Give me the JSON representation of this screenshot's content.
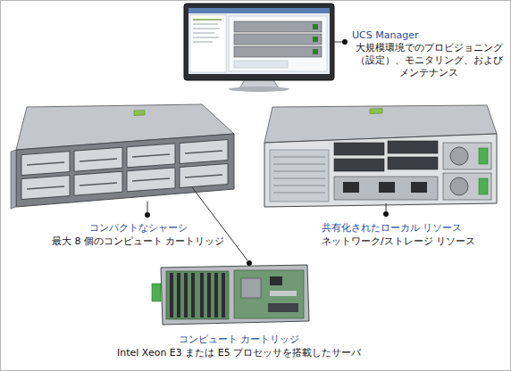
{
  "diagram": {
    "labels": [
      "UCS Manager",
      "大規模環境でのプロビジョニング （設定）、モニタリング、および メンテナンス",
      "コンパクトなシャーシ",
      "最大 8 個のコンピュート カートリッジ",
      "共有化されたローカル リソース",
      "ネットワーク/ストレージ リソース",
      "コンピュート カートリッジ",
      "Intel Xeon E3 または E5 プロセッサを搭載したサーバ"
    ]
  }
}
